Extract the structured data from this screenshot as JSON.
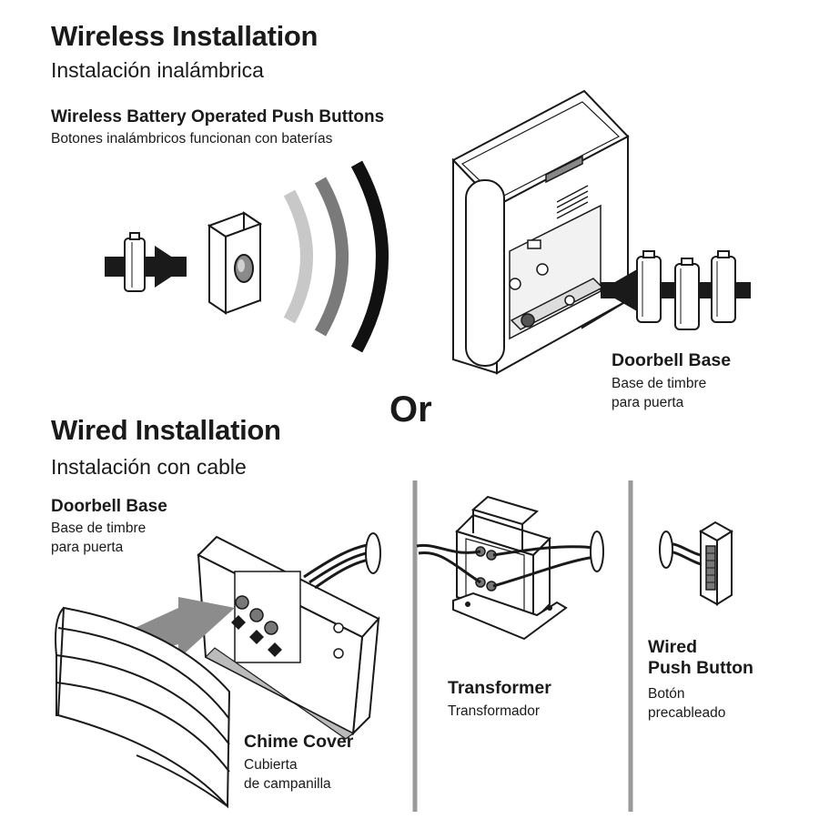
{
  "wireless": {
    "title": "Wireless Installation",
    "subtitle": "Instalación inalámbrica",
    "push_buttons_title": "Wireless Battery Operated Push Buttons",
    "push_buttons_subtitle": "Botones inalámbricos funcionan con baterías",
    "base_title": "Doorbell Base",
    "base_subtitle_line1": "Base de timbre",
    "base_subtitle_line2": "para puerta"
  },
  "divider_word": "Or",
  "wired": {
    "title": "Wired Installation",
    "subtitle": "Instalación con cable",
    "base_title": "Doorbell Base",
    "base_subtitle_line1": "Base de timbre",
    "base_subtitle_line2": "para puerta",
    "chime_title": "Chime Cover",
    "chime_subtitle_line1": "Cubierta",
    "chime_subtitle_line2": "de campanilla",
    "transformer_title": "Transformer",
    "transformer_subtitle": "Transformador",
    "button_title_line1": "Wired",
    "button_title_line2": "Push Button",
    "button_subtitle_line1": "Botón",
    "button_subtitle_line2": "precableado"
  },
  "colors": {
    "ink": "#1a1a1a",
    "arrow": "#1a1a1a",
    "signal_light": "#c8c8c8",
    "signal_mid": "#7a7a7a",
    "signal_dark": "#111111",
    "gray_arrow": "#8c8c8c"
  }
}
